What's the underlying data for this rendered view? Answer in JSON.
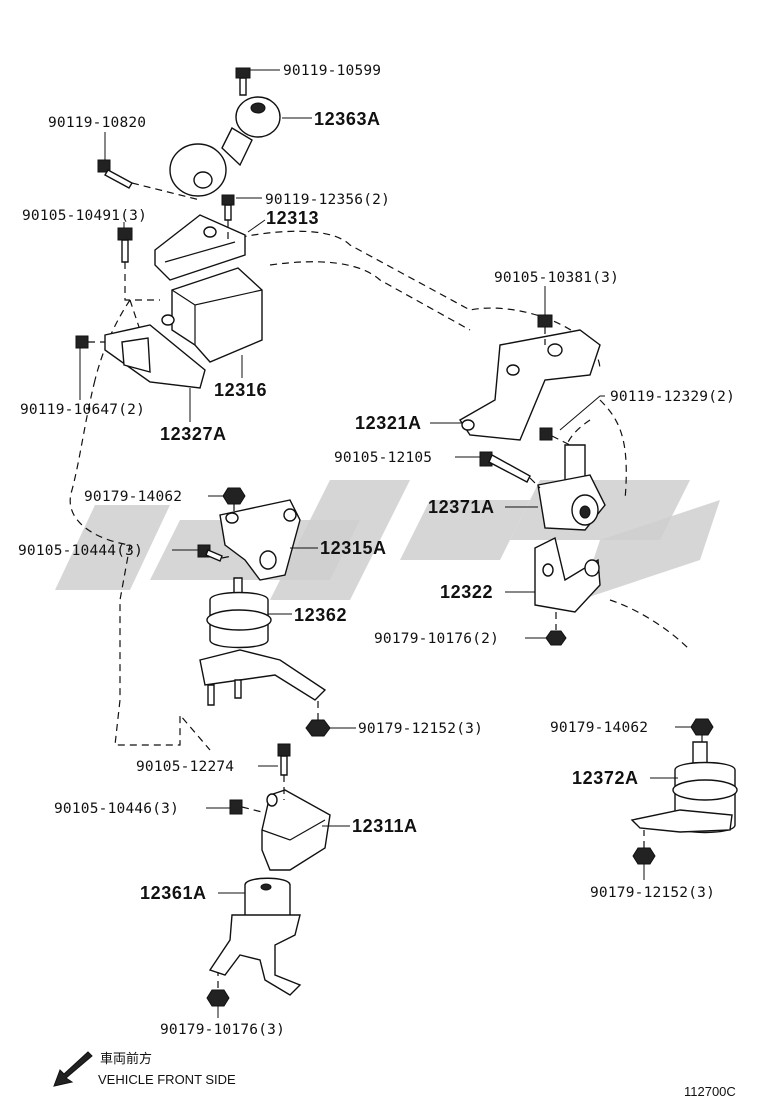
{
  "diagram_code": "112700C",
  "direction": {
    "label_jp": "車両前方",
    "label_en": "VEHICLE FRONT SIDE"
  },
  "callouts": [
    {
      "id": "c01",
      "text": "90119-10599",
      "kind": "bolt"
    },
    {
      "id": "c02",
      "text": "12363A",
      "kind": "part"
    },
    {
      "id": "c03",
      "text": "90119-10820",
      "kind": "bolt"
    },
    {
      "id": "c04",
      "text": "90119-12356(2)",
      "kind": "bolt"
    },
    {
      "id": "c05",
      "text": "90105-10491(3)",
      "kind": "bolt"
    },
    {
      "id": "c06",
      "text": "12313",
      "kind": "part"
    },
    {
      "id": "c07",
      "text": "90105-10381(3)",
      "kind": "bolt"
    },
    {
      "id": "c08",
      "text": "12316",
      "kind": "part"
    },
    {
      "id": "c09",
      "text": "90119-10647(2)",
      "kind": "bolt"
    },
    {
      "id": "c10",
      "text": "12327A",
      "kind": "part"
    },
    {
      "id": "c11",
      "text": "90119-12329(2)",
      "kind": "bolt"
    },
    {
      "id": "c12",
      "text": "12321A",
      "kind": "part"
    },
    {
      "id": "c13",
      "text": "90105-12105",
      "kind": "bolt"
    },
    {
      "id": "c14",
      "text": "90179-14062",
      "kind": "nut"
    },
    {
      "id": "c15",
      "text": "12371A",
      "kind": "part"
    },
    {
      "id": "c16",
      "text": "90105-10444(3)",
      "kind": "bolt"
    },
    {
      "id": "c17",
      "text": "12315A",
      "kind": "part"
    },
    {
      "id": "c18",
      "text": "12322",
      "kind": "part"
    },
    {
      "id": "c19",
      "text": "12362",
      "kind": "part"
    },
    {
      "id": "c20",
      "text": "90179-10176(2)",
      "kind": "nut"
    },
    {
      "id": "c21",
      "text": "90179-12152(3)",
      "kind": "nut"
    },
    {
      "id": "c22",
      "text": "90179-14062",
      "kind": "nut"
    },
    {
      "id": "c23",
      "text": "90105-12274",
      "kind": "bolt"
    },
    {
      "id": "c24",
      "text": "12372A",
      "kind": "part"
    },
    {
      "id": "c25",
      "text": "90105-10446(3)",
      "kind": "bolt"
    },
    {
      "id": "c26",
      "text": "12311A",
      "kind": "part"
    },
    {
      "id": "c27",
      "text": "90179-12152(3)",
      "kind": "nut"
    },
    {
      "id": "c28",
      "text": "12361A",
      "kind": "part"
    },
    {
      "id": "c29",
      "text": "90179-10176(3)",
      "kind": "nut"
    }
  ]
}
